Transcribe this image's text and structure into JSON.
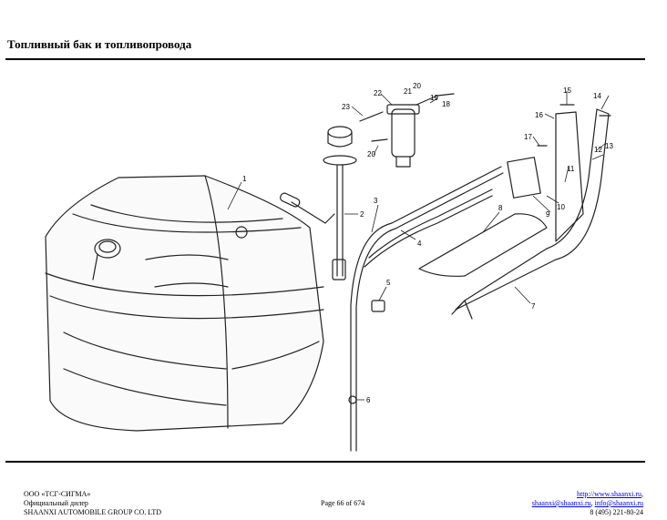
{
  "header": {
    "title": "Топливный бак и топливопровода"
  },
  "diagram": {
    "callouts": [
      "1",
      "2",
      "3",
      "4",
      "5",
      "6",
      "7",
      "8",
      "9",
      "10",
      "11",
      "12",
      "13",
      "14",
      "15",
      "16",
      "17",
      "18",
      "19",
      "20",
      "20",
      "21",
      "22",
      "23"
    ]
  },
  "footer": {
    "company": "ООО «ТСГ-СИГМА»",
    "dealer": "Официальный дилер",
    "group": "SHAANXI AUTOMOBILE GROUP CO. LTD",
    "page": "Page 66 of 674",
    "website": "http://www.shaanxi.ru",
    "email1": "shaanxi@shaanxi.ru",
    "email2": "info@shaanxi.ru",
    "phone": "8 (495) 221-80-24"
  }
}
